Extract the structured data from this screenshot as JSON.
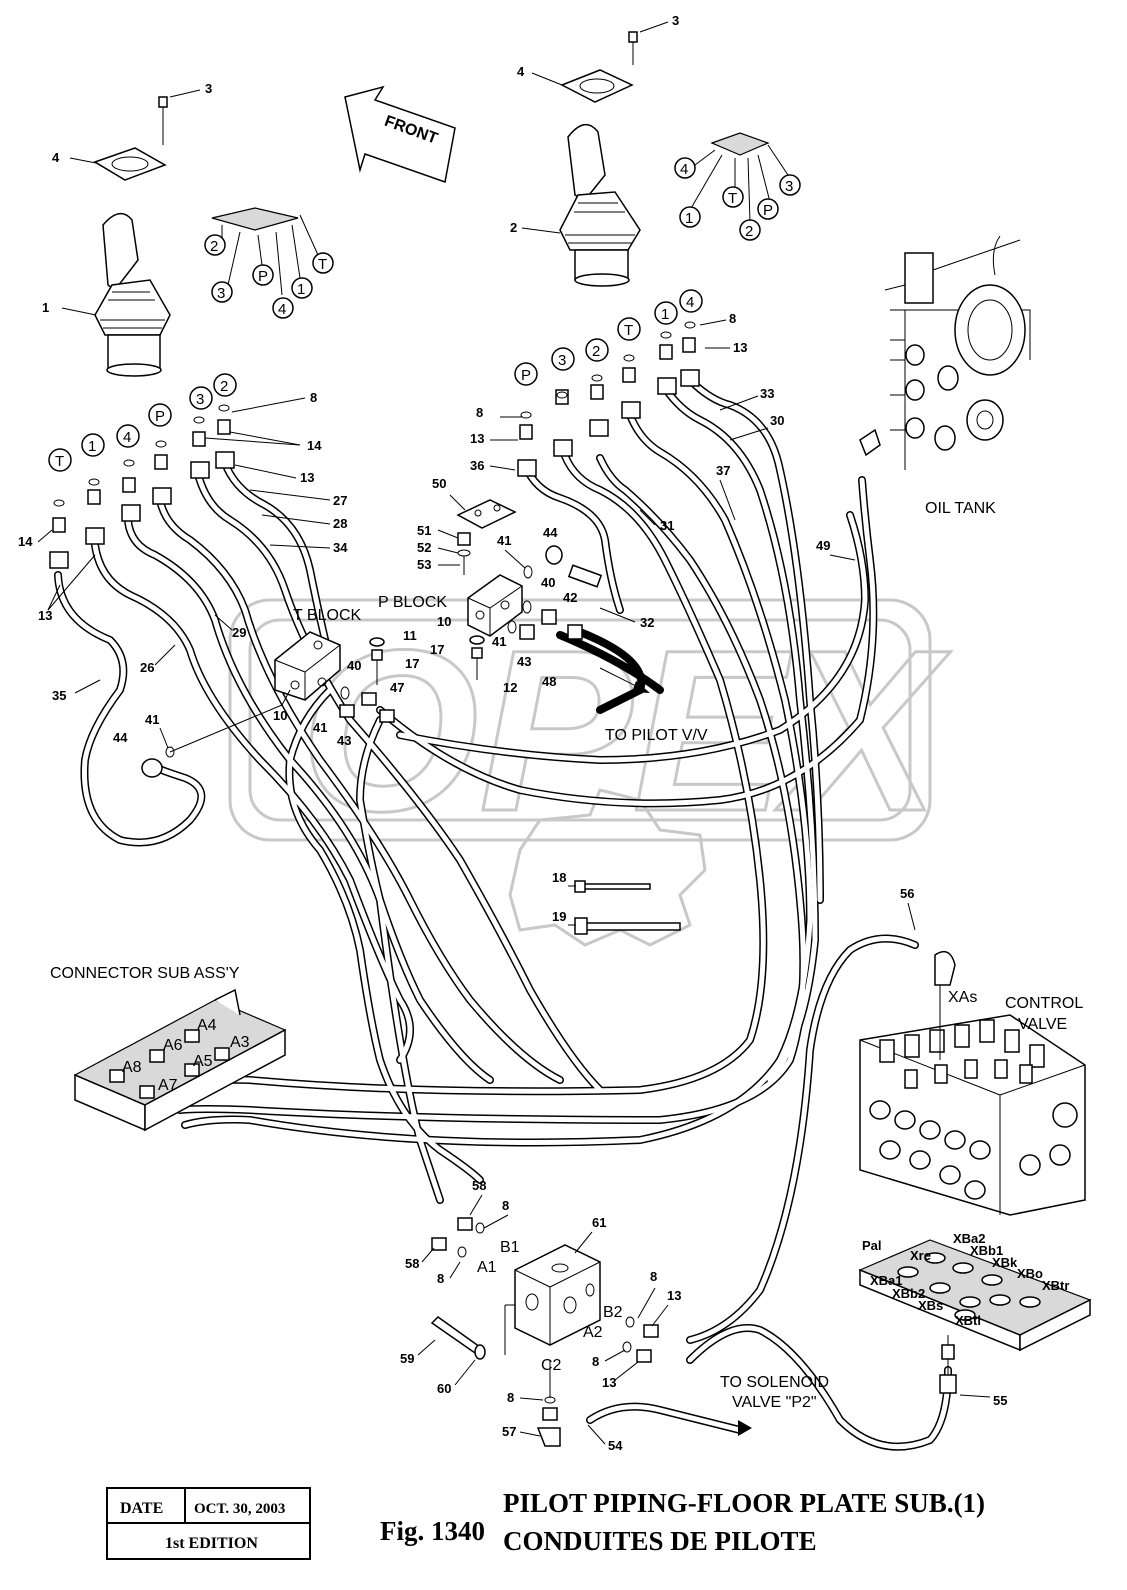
{
  "labels": {
    "front": "FRONT",
    "oil_tank": "OIL TANK",
    "t_block": "T BLOCK",
    "p_block": "P BLOCK",
    "to_pilot_vv": "TO PILOT V/V",
    "connector_sub_assy": "CONNECTOR SUB ASS'Y",
    "control_valve_1": "CONTROL",
    "control_valve_2": "VALVE",
    "to_solenoid_1": "TO SOLENOID",
    "to_solenoid_2": "VALVE \"P2\"",
    "xas": "XAs"
  },
  "ports": {
    "connector": [
      "A4",
      "A3",
      "A6",
      "A5",
      "A8",
      "A7"
    ],
    "block61": [
      "B1",
      "A1",
      "B2",
      "A2",
      "C2"
    ],
    "valve": [
      "Pal",
      "XBa2",
      "Xre",
      "XBb1",
      "XBk",
      "XBa1",
      "XBo",
      "XBtr",
      "XBb2",
      "XBs",
      "XBtl"
    ]
  },
  "callouts": {
    "left_joystick": [
      "2",
      "3",
      "P",
      "4",
      "1",
      "T"
    ],
    "right_joystick": [
      "4",
      "T",
      "P",
      "3",
      "1",
      "2"
    ],
    "left_row": [
      "T",
      "1",
      "4",
      "P",
      "3",
      "2"
    ],
    "right_row": [
      "P",
      "3",
      "2",
      "T",
      "1",
      "4"
    ]
  },
  "part_numbers": {
    "p1": "1",
    "p2": "2",
    "p3a": "3",
    "p3b": "3",
    "p4a": "4",
    "p4b": "4",
    "p8a": "8",
    "p8b": "8",
    "p8c": "8",
    "p8d": "8",
    "p8e": "8",
    "p8f": "8",
    "p8g": "8",
    "p8h": "8",
    "p10a": "10",
    "p10b": "10",
    "p11": "11",
    "p12": "12",
    "p13a": "13",
    "p13b": "13",
    "p13c": "13",
    "p13d": "13",
    "p13e": "13",
    "p13f": "13",
    "p14a": "14",
    "p14b": "14",
    "p17a": "17",
    "p17b": "17",
    "p18": "18",
    "p19": "19",
    "p26": "26",
    "p27": "27",
    "p28": "28",
    "p29": "29",
    "p30": "30",
    "p31": "31",
    "p32": "32",
    "p33": "33",
    "p34": "34",
    "p35": "35",
    "p36": "36",
    "p37": "37",
    "p40a": "40",
    "p40b": "40",
    "p41a": "41",
    "p41b": "41",
    "p41c": "41",
    "p41d": "41",
    "p42": "42",
    "p43a": "43",
    "p43b": "43",
    "p44a": "44",
    "p44b": "44",
    "p47": "47",
    "p48": "48",
    "p49": "49",
    "p50": "50",
    "p51": "51",
    "p52": "52",
    "p53": "53",
    "p54": "54",
    "p55": "55",
    "p56": "56",
    "p57": "57",
    "p58a": "58",
    "p58b": "58",
    "p59": "59",
    "p60": "60",
    "p61": "61"
  },
  "title_block": {
    "date_label": "DATE",
    "date_value": "OCT. 30, 2003",
    "edition": "1st EDITION",
    "fig": "Fig. 1340",
    "title_en": "PILOT PIPING-FLOOR PLATE SUB.(1)",
    "title_fr": "CONDUITES DE PILOTE"
  },
  "watermark": "OPEX"
}
